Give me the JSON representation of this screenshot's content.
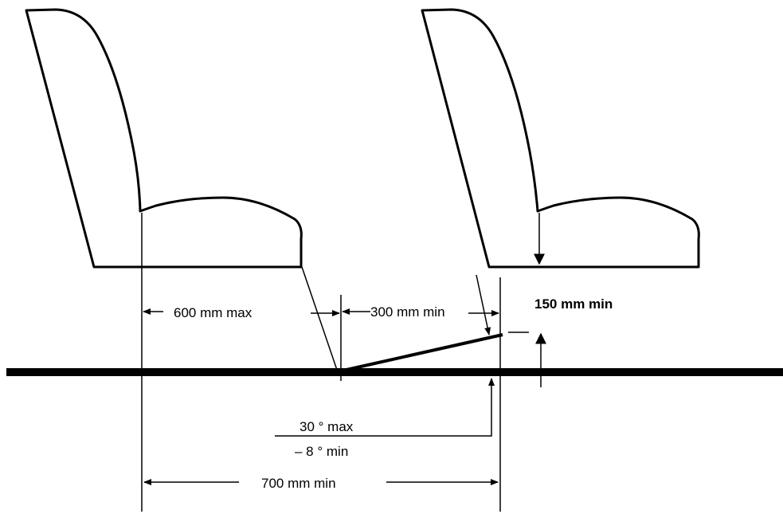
{
  "labels": {
    "seat_spacing_max": "600 mm max",
    "footrest_offset_min": "300 mm min",
    "footrest_height_min": "150 mm min",
    "angle_max": "30 ° max",
    "angle_min": "– 8 ° min",
    "seat_pitch_min": "700 mm min"
  },
  "colors": {
    "line": "#000000",
    "background": "#ffffff"
  }
}
